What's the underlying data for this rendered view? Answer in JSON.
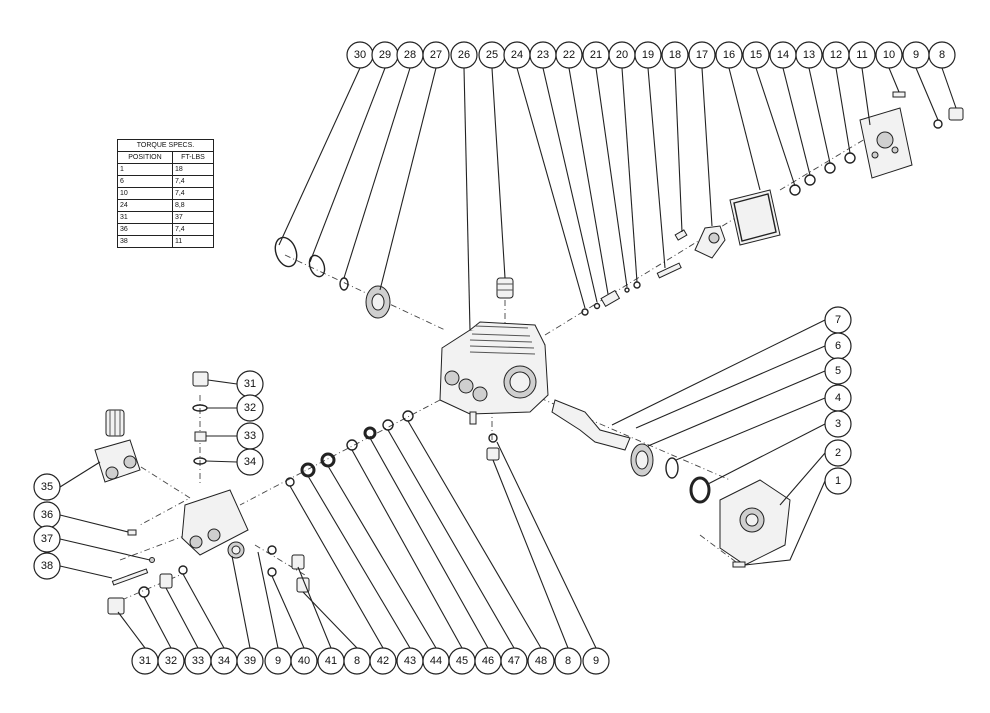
{
  "torque_table": {
    "title": "TORQUE SPECS.",
    "headers": [
      "POSITION",
      "FT-LBS"
    ],
    "rows": [
      [
        "1",
        "18"
      ],
      [
        "6",
        "7,4"
      ],
      [
        "10",
        "7,4"
      ],
      [
        "24",
        "8,8"
      ],
      [
        "31",
        "37"
      ],
      [
        "36",
        "7,4"
      ],
      [
        "38",
        "11"
      ]
    ]
  },
  "balloons": {
    "top_row": [
      "30",
      "29",
      "28",
      "27",
      "26",
      "25",
      "24",
      "23",
      "22",
      "21",
      "20",
      "19",
      "18",
      "17",
      "16",
      "15",
      "14",
      "13",
      "12",
      "11",
      "10",
      "9",
      "8"
    ],
    "right_column": [
      "7",
      "6",
      "5",
      "4",
      "3",
      "2",
      "1"
    ],
    "left_column": [
      "35",
      "36",
      "37",
      "38"
    ],
    "manifold_column": [
      "31",
      "32",
      "33",
      "34"
    ],
    "bottom_row": [
      "31",
      "32",
      "33",
      "34",
      "39",
      "9",
      "40",
      "41",
      "8",
      "42",
      "43",
      "44",
      "45",
      "46",
      "47",
      "48",
      "8",
      "9"
    ]
  }
}
